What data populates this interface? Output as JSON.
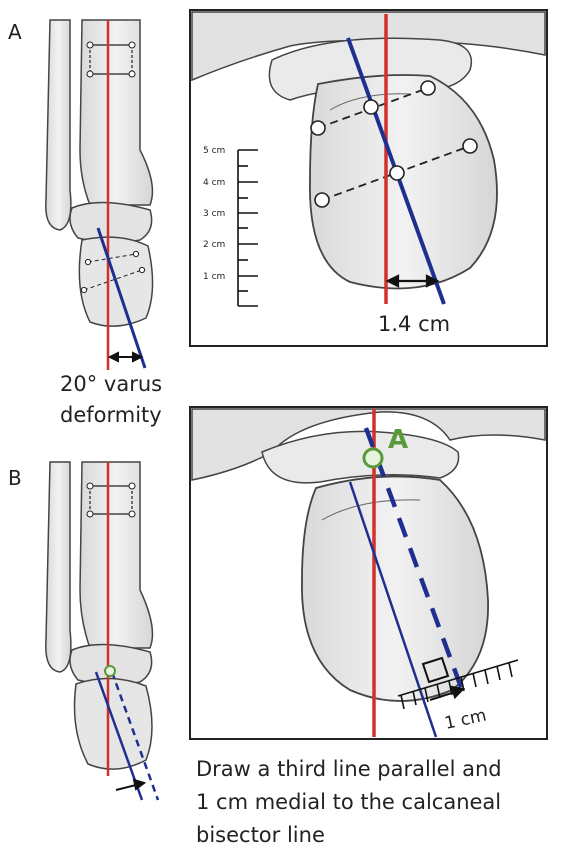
{
  "panels": {
    "a": {
      "letter": "A",
      "caption_line1": "20° varus",
      "caption_line2": "deformity",
      "measurement": "1.4 cm"
    },
    "b": {
      "letter": "B",
      "point_label": "A",
      "measurement": "1 cm",
      "caption_lines": [
        "Draw a third line parallel and",
        "1 cm medial to the calcaneal",
        "bisector line"
      ]
    }
  },
  "ruler": {
    "ticks": [
      "5 cm",
      "4 cm",
      "3 cm",
      "2 cm",
      "1 cm"
    ]
  },
  "colors": {
    "bone": "#e7e7e7",
    "bone_stroke": "#444444",
    "red_line": "#d0312d",
    "blue_line": "#1f2f8f",
    "point_green": "#5a9a3a",
    "frame": "#222222"
  }
}
